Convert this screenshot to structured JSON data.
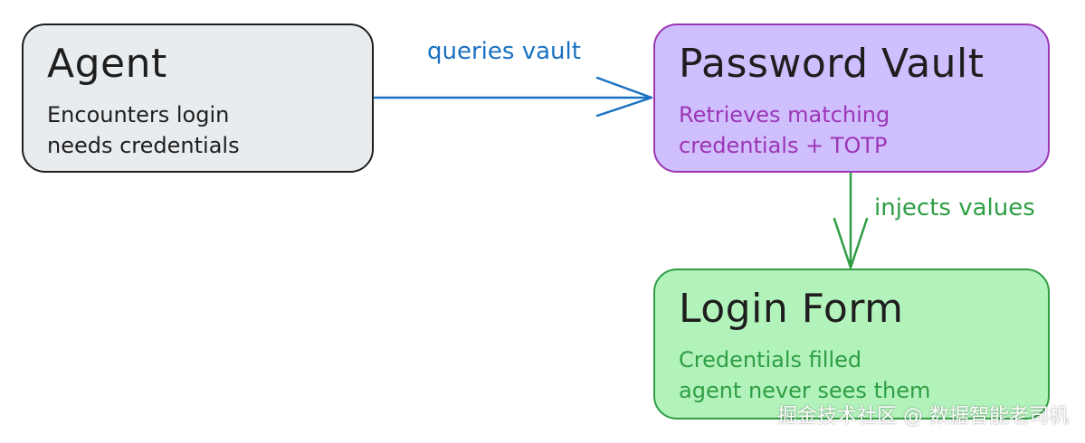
{
  "nodes": {
    "agent": {
      "title": "Agent",
      "lines": [
        "Encounters login",
        "needs credentials"
      ],
      "fill": "#e9ecef",
      "stroke": "#1e1e1e",
      "text_color": "#1e1e1e"
    },
    "vault": {
      "title": "Password Vault",
      "lines": [
        "Retrieves matching",
        "credentials + TOTP"
      ],
      "fill": "#d0bfff",
      "stroke": "#9c36b5",
      "text_color": "#9c36b5"
    },
    "login_form": {
      "title": "Login Form",
      "lines": [
        "Credentials filled",
        "agent never sees them"
      ],
      "fill": "#b2f2bb",
      "stroke": "#2f9e44",
      "text_color": "#2f9e44"
    }
  },
  "edges": {
    "queries": {
      "label": "queries vault",
      "color": "#1971c2"
    },
    "injects": {
      "label": "injects values",
      "color": "#2f9e44"
    }
  },
  "watermark": "掘金技术社区 @ 数据智能老司机"
}
